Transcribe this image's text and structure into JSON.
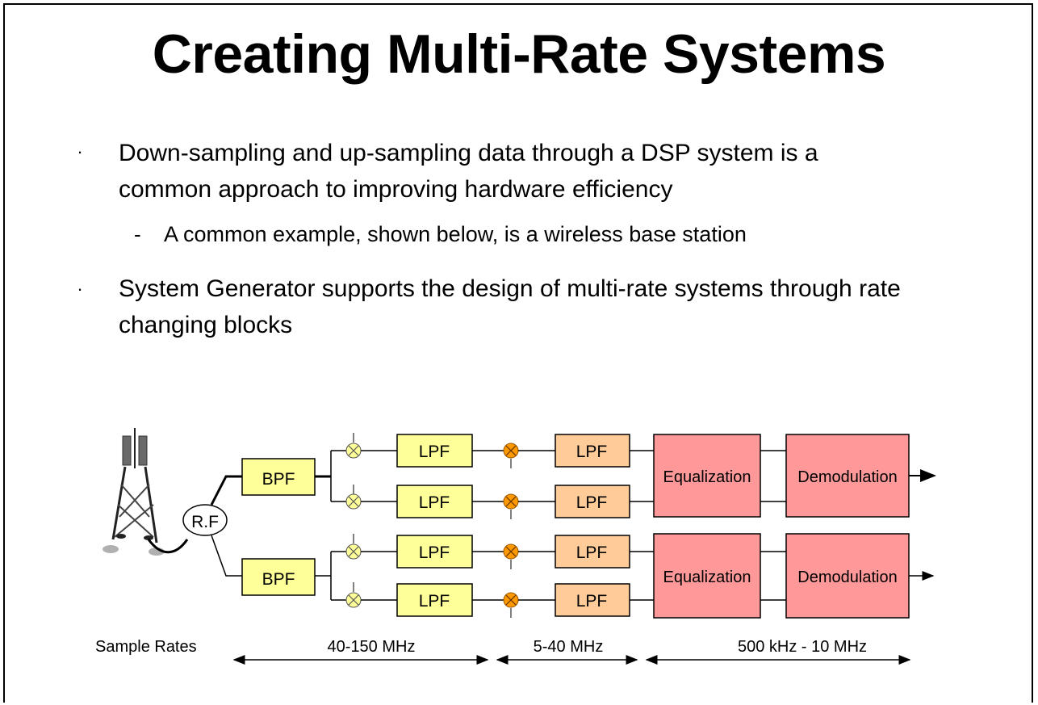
{
  "slide": {
    "title": "Creating Multi-Rate Systems",
    "bullets": [
      {
        "line1": "Down-sampling and up-sampling data through a DSP system is a",
        "line2": "common approach to improving hardware efficiency"
      },
      {
        "line1": "System Generator supports the design of multi-rate systems through rate",
        "line2": "changing blocks"
      }
    ],
    "sub_bullet": "A common example, shown below, is a wireless base station",
    "bullet_marker": ".",
    "sub_bullet_marker": "-"
  },
  "diagram": {
    "rf_label": "R.F",
    "bpf_label": "BPF",
    "lpf_label": "LPF",
    "equalization_label": "Equalization",
    "demodulation_label": "Demodulation",
    "sample_rates_label": "Sample Rates",
    "rate_ranges": [
      "40-150 MHz",
      "5-40 MHz",
      "500 kHz - 10 MHz"
    ],
    "colors": {
      "bpf_fill": "#ffff99",
      "lpf1_fill": "#ffff99",
      "lpf2_fill": "#ffcc99",
      "mixer1_fill": "#ffff99",
      "mixer2_fill": "#ff9900",
      "eq_fill": "#ff9999",
      "demod_fill": "#ff9999"
    }
  }
}
